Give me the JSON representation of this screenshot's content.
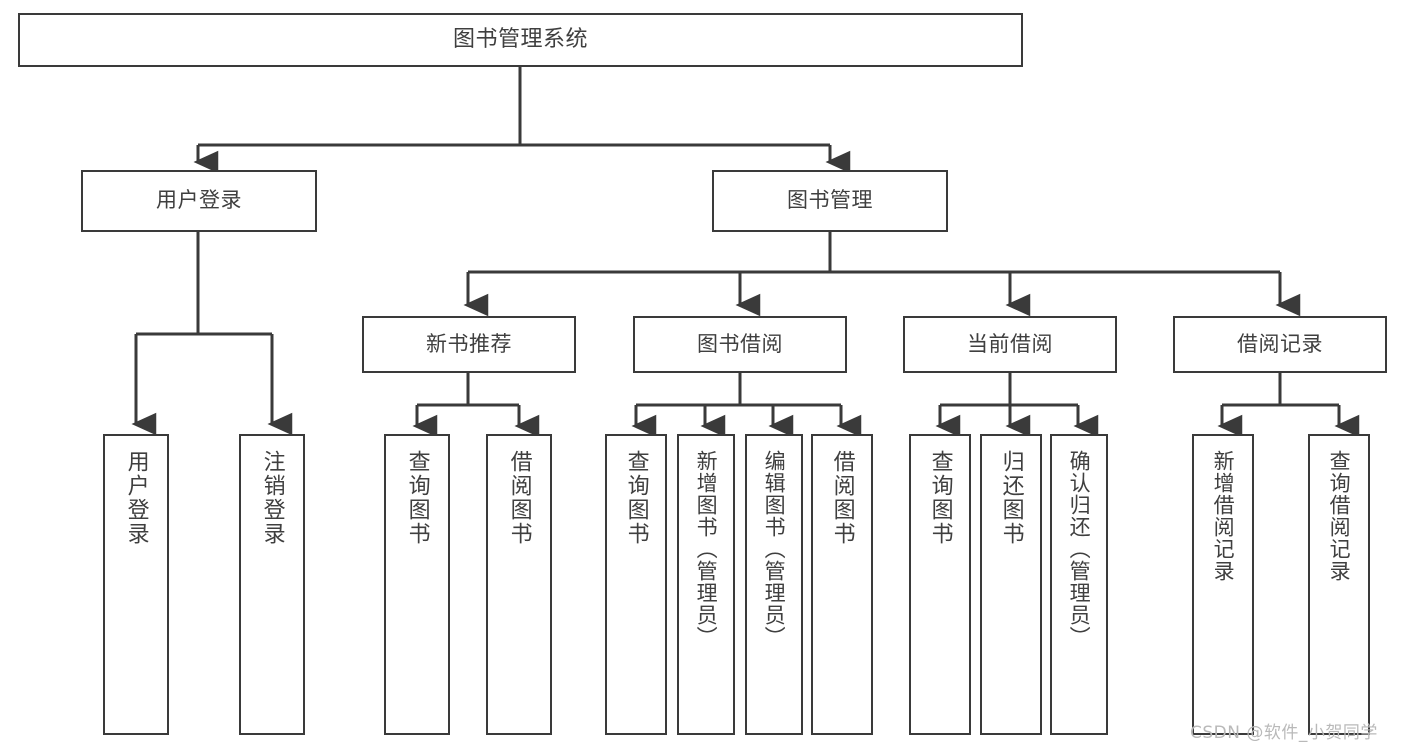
{
  "diagram": {
    "title": "图书管理系统",
    "type": "tree-hierarchy-chart",
    "colors": {
      "stroke": "#3a3a3a",
      "text": "#3f3f3f",
      "background": "#ffffff",
      "watermark": "#b9b9b9"
    },
    "watermark": "CSDN @软件_小贺同学",
    "nodes": {
      "root": "图书管理系统",
      "level1": {
        "user_login": "用户登录",
        "book_manage": "图书管理"
      },
      "level2": {
        "new_book_recommend": "新书推荐",
        "book_borrow": "图书借阅",
        "current_borrow": "当前借阅",
        "borrow_record": "借阅记录"
      },
      "leaves": {
        "user_login_leaf": "用户登录",
        "logout_leaf": "注销登录",
        "recommend_query": "查询图书",
        "recommend_borrow": "借阅图书",
        "borrow_query": "查询图书",
        "borrow_add": "新增图书（管理员）",
        "borrow_edit": "编辑图书（管理员）",
        "borrow_borrow": "借阅图书",
        "current_query": "查询图书",
        "current_return": "归还图书",
        "current_confirm": "确认归还（管理员）",
        "record_add": "新增借阅记录",
        "record_query": "查询借阅记录"
      }
    }
  }
}
